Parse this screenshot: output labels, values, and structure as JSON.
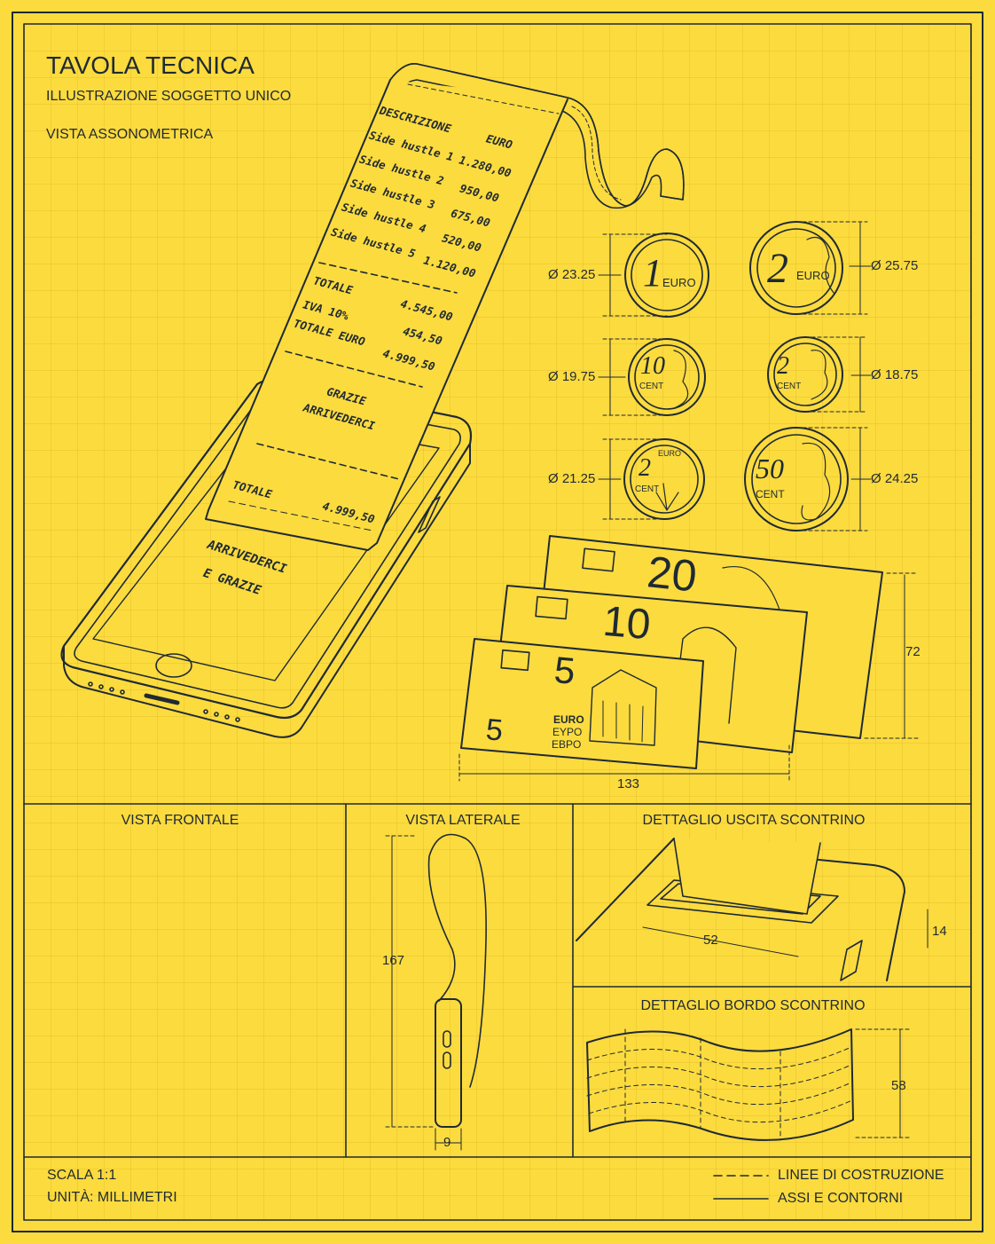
{
  "header": {
    "title": "TAVOLA TECNICA",
    "subtitle": "ILLUSTRAZIONE SOGGETTO UNICO",
    "view": "VISTA ASSONOMETRICA"
  },
  "receipt": {
    "header_desc": "DESCRIZIONE",
    "header_currency": "EURO",
    "items": [
      {
        "label": "Side hustle 1",
        "amount": "1.280,00"
      },
      {
        "label": "Side hustle 2",
        "amount": "950,00"
      },
      {
        "label": "Side hustle 3",
        "amount": "675,00"
      },
      {
        "label": "Side hustle 4",
        "amount": "520,00"
      },
      {
        "label": "Side hustle 5",
        "amount": "1.120,00"
      }
    ],
    "totale_label": "TOTALE",
    "totale": "4.545,00",
    "iva_label": "IVA 10%",
    "iva": "454,50",
    "totale_euro_label": "TOTALE EURO",
    "totale_euro": "4.999,50",
    "thanks_1": "GRAZIE",
    "thanks_2": "ARRIVEDERCI",
    "bottom_total_label": "TOTALE",
    "bottom_total": "4.999,50"
  },
  "phone_screen": {
    "line1": "ARRIVEDERCI",
    "line2": "E GRAZIE"
  },
  "coins": [
    {
      "value": "1",
      "unit": "EURO",
      "diameter": "Ø 23.25"
    },
    {
      "value": "2",
      "unit": "EURO",
      "diameter": "Ø 25.75"
    },
    {
      "value": "10",
      "unit": "CENT",
      "diameter": "Ø 19.75"
    },
    {
      "value": "2",
      "unit": "CENT",
      "diameter": "Ø 18.75"
    },
    {
      "value": "2",
      "unit": "CENT",
      "top": "EURO",
      "diameter": "Ø 21.25"
    },
    {
      "value": "50",
      "unit": "CENT",
      "diameter": "Ø 24.25"
    }
  ],
  "banknotes": {
    "notes": [
      {
        "value": "20"
      },
      {
        "value": "10"
      },
      {
        "value": "5",
        "script1": "EURO",
        "script2": "EYPO",
        "script3": "EBPO"
      }
    ],
    "height_dim": "72",
    "width_dim": "133"
  },
  "panels": {
    "front": {
      "title": "VISTA FRONTALE"
    },
    "side": {
      "title": "VISTA LATERALE",
      "height_dim": "167",
      "width_dim": "9"
    },
    "exit_detail": {
      "title": "DETTAGLIO USCITA SCONTRINO",
      "width_dim": "52",
      "height_dim": "14"
    },
    "edge_detail": {
      "title": "DETTAGLIO BORDO SCONTRINO",
      "height_dim": "58"
    }
  },
  "footer": {
    "scale": "SCALA 1:1",
    "units": "UNITÀ: MILLIMETRI",
    "legend": [
      {
        "style": "dashed",
        "label": "LINEE DI COSTRUZIONE"
      },
      {
        "style": "solid",
        "label": "ASSI E CONTORNI"
      }
    ]
  },
  "colors": {
    "background": "#FCDB3E",
    "ink": "#1f2a33"
  }
}
